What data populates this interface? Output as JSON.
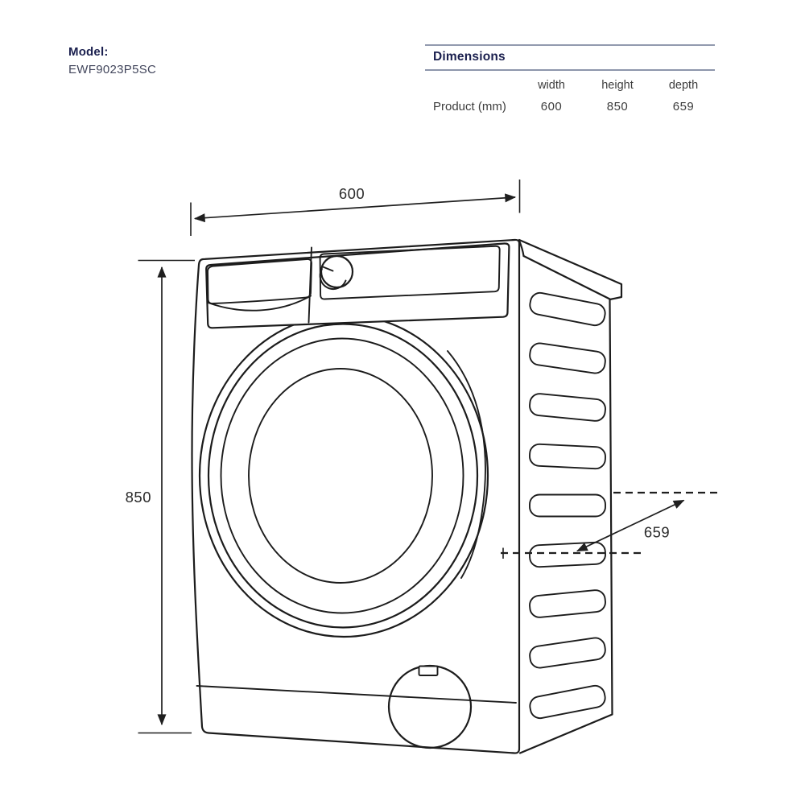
{
  "model": {
    "label": "Model:",
    "value": "EWF9023P5SC"
  },
  "dimensions_table": {
    "title": "Dimensions",
    "columns": [
      "width",
      "height",
      "depth"
    ],
    "row_label": "Product (mm)",
    "values": {
      "width": "600",
      "height": "850",
      "depth": "659"
    }
  },
  "diagram": {
    "subject": "front-load washing machine technical line drawing, three-quarter view",
    "width_mm": "600",
    "height_mm": "850",
    "depth_mm": "659"
  },
  "colors": {
    "heading_navy": "#1a1f4e",
    "model_value_text": "#42465c",
    "table_text": "#3c3c3c",
    "rule_gray": "#929aae",
    "line_art": "#1c1c1c"
  }
}
